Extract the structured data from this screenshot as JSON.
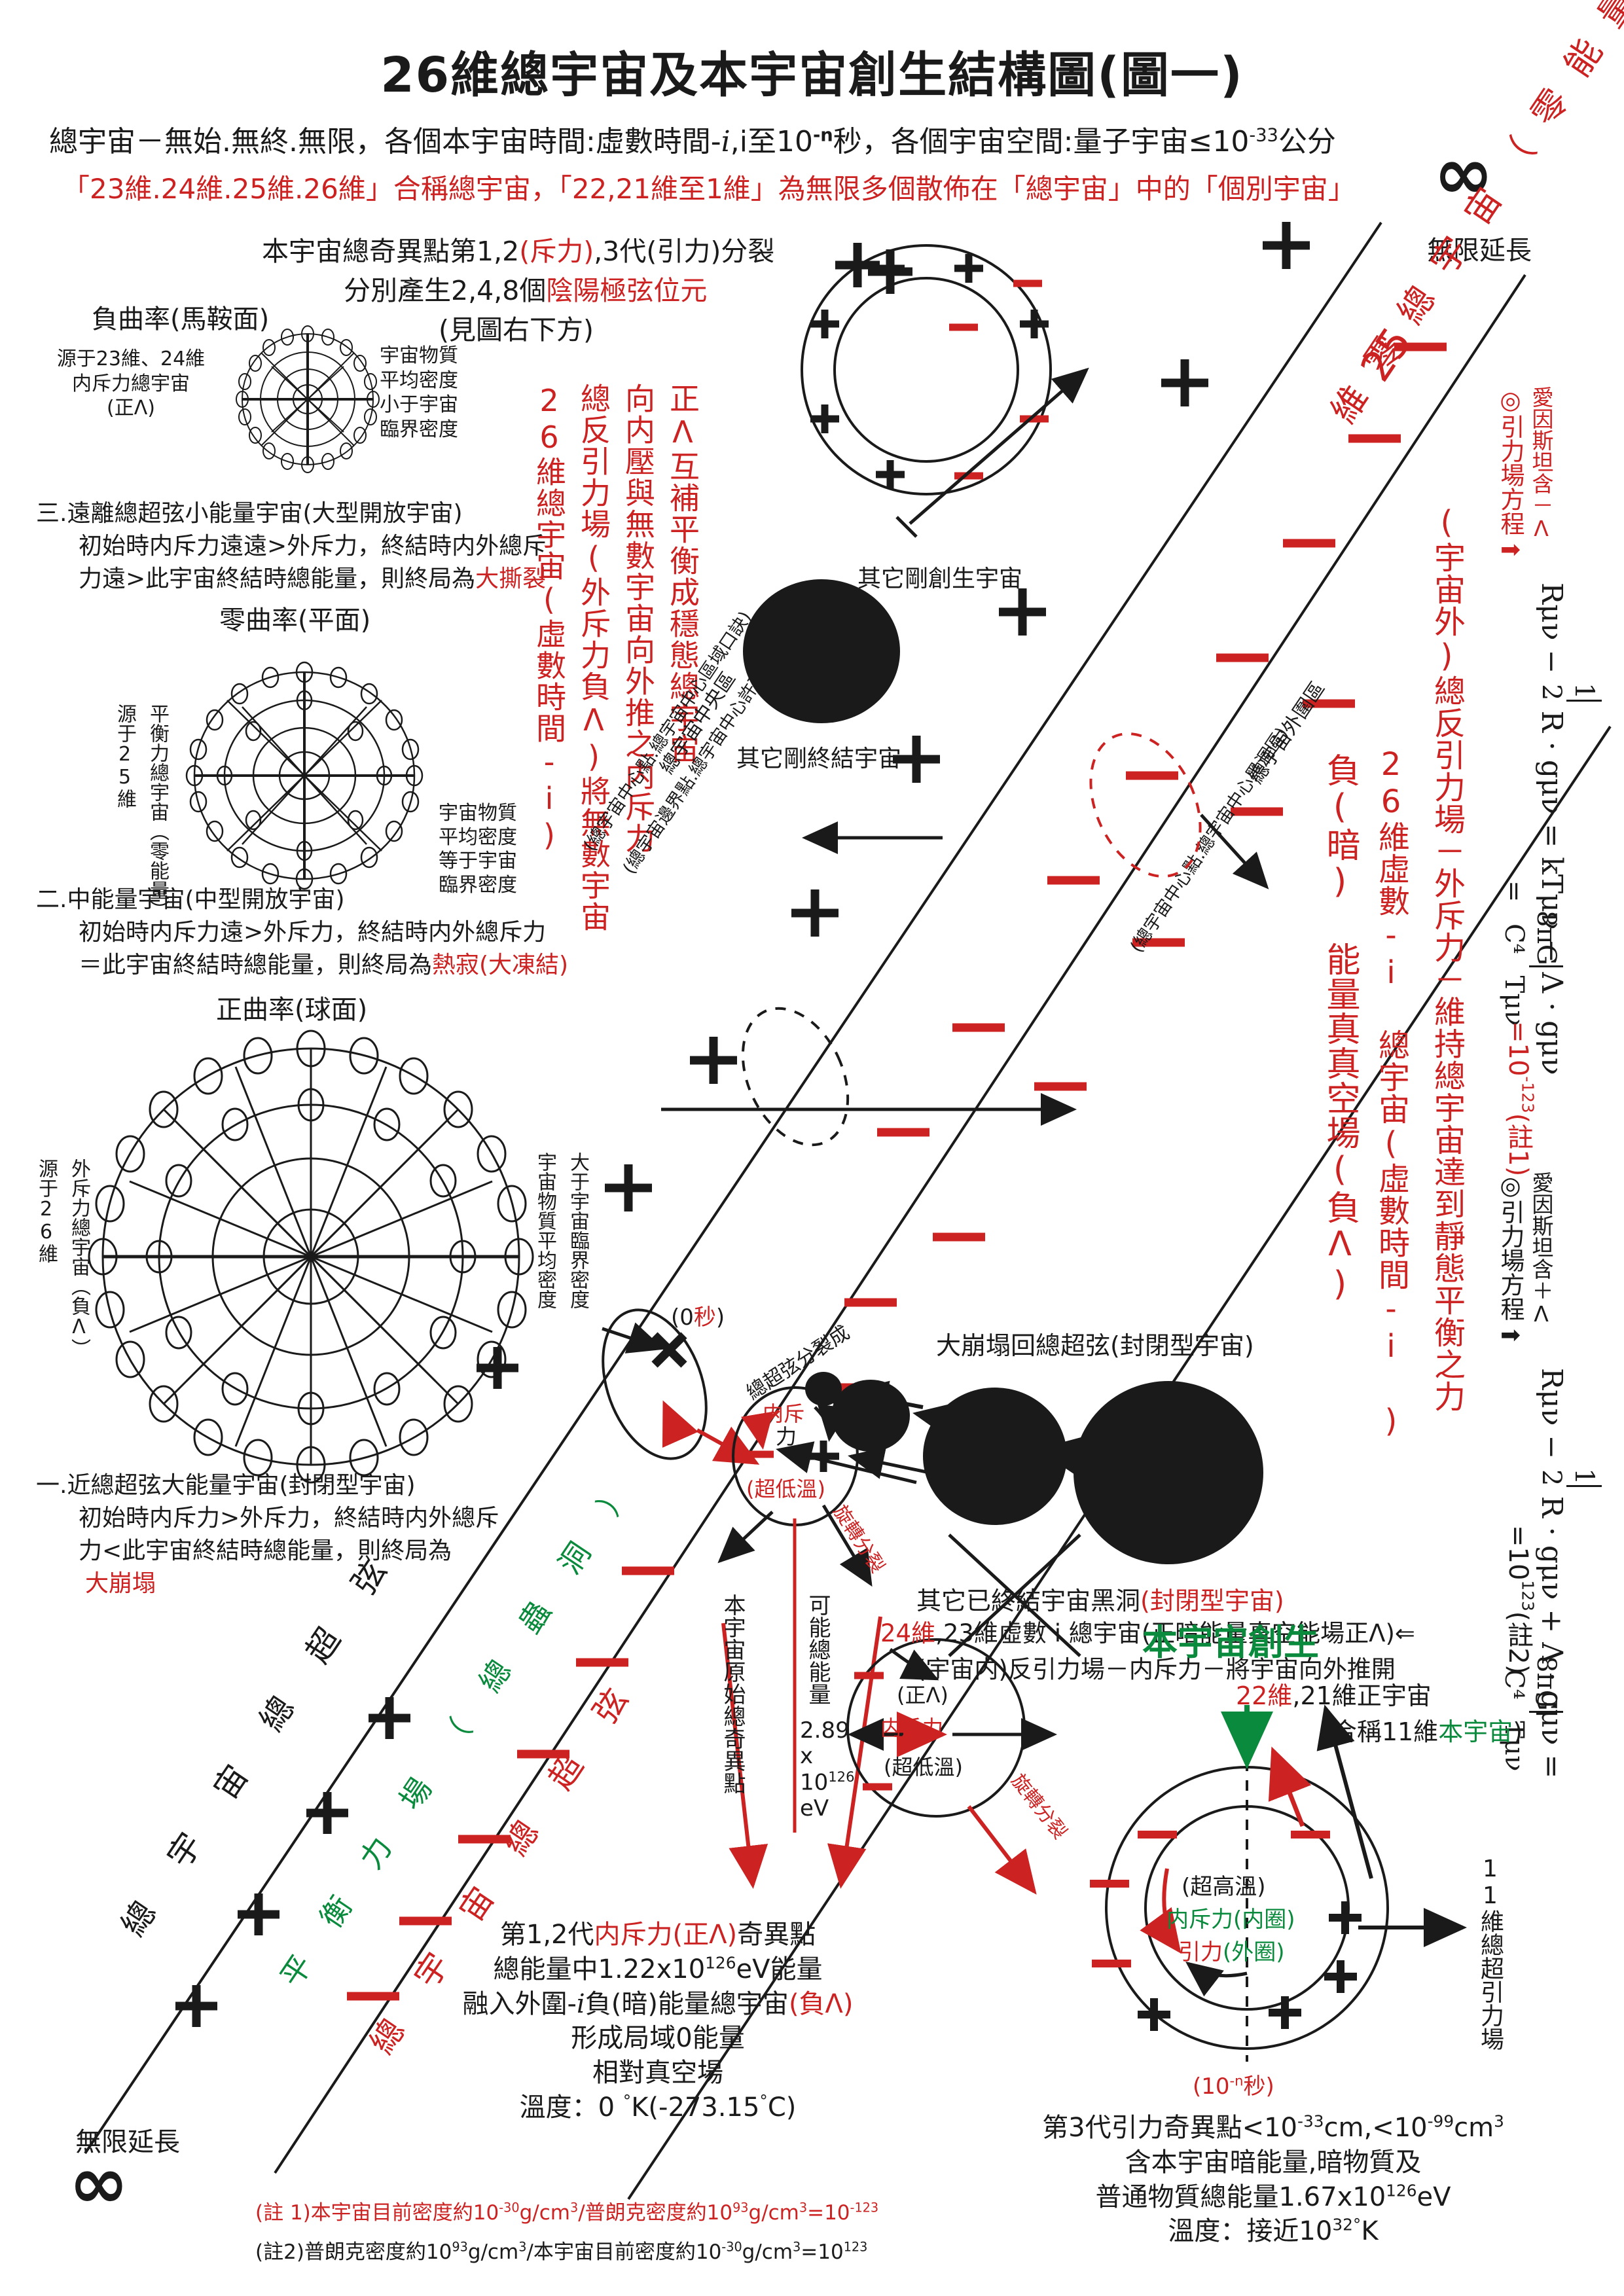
{
  "title": "26維總宇宙及本宇宙創生結構圖(圖一)",
  "header": {
    "line1_a": "總宇宙－無始.無終.無限，各個本宇宙時間:虛數時間-",
    "line1_i": "i",
    "line1_b": ",i至10",
    "line1_exp": "-n",
    "line1_c": "秒，各個宇宙空間:量子宇宙≤10",
    "line1_exp2": "-33",
    "line1_d": "公分",
    "line2": "「23維.24維.25維.26維」合稱總宇宙，「22,21維至1維」為無限多個散佈在「總宇宙」中的「個別宇宙」",
    "infinity_right_label": "無限延長",
    "infinity_symbol": "∞"
  },
  "top_center": {
    "l1_a": "本宇宙總奇異點第1,2",
    "l1_red": "(斥力)",
    "l1_b": ",3代(引力)分裂",
    "l2_a": "分別產生2,4,8個",
    "l2_red": "陰陽極弦位元",
    "l3": "(見圖右下方)"
  },
  "curvature": {
    "neg": {
      "title": "負曲率(馬鞍面)",
      "left": "源于23維、24維\n内斥力總宇宙\n(正Λ)",
      "right": "宇宙物質\n平均密度\n小于宇宙\n臨界密度"
    },
    "zero": {
      "title": "零曲率(平面)",
      "left_1": "源于25維",
      "left_2": "平衡力總宇宙（零能量）",
      "right": "宇宙物質\n平均密度\n等于宇宙\n臨界密度"
    },
    "pos": {
      "title": "正曲率(球面)",
      "left_1": "源于26維",
      "left_2": "外斥力總宇宙（負Λ）",
      "right_1": "大于宇宙臨界密度",
      "right_2": "宇宙物質平均密度"
    }
  },
  "universe_types": [
    {
      "num": "三.",
      "head": "遠離總超弦小能量宇宙(大型開放宇宙)",
      "body1": "初始時内斥力遠遠>外斥力，終結時内外總斥",
      "body2a": "力遠>此宇宙終結時總能量，則終局為",
      "body2_red": "大撕裂"
    },
    {
      "num": "二.",
      "head": "中能量宇宙(中型開放宇宙)",
      "body1": "初始時内斥力遠>外斥力，終結時内外總斥力",
      "body2a": "＝此宇宙終結時總能量，則終局為",
      "body2_red": "熱寂(大凍結)"
    },
    {
      "num": "一.",
      "head": "近總超弦大能量宇宙(封閉型宇宙)",
      "body1": "初始時内斥力>外斥力，終結時内外總斥",
      "body2a": "力<此宇宙終結時總能量，則終局為",
      "body2_red": "大崩塌"
    }
  ],
  "red_vertical_block": [
    "正Λ互補平衡成穩態總宇宙",
    "向内壓與無數宇宙向外推之内斥力",
    "總反引力場(外斥力負Λ)將無數宇宙",
    "26維總宇宙(虛數時間-i)"
  ],
  "mid_labels": {
    "other_new": "其它剛創生宇宙",
    "other_end": "其它剛終結宇宙",
    "center_zone": "總宇宙中央區",
    "inner_zone_1": "(總宇宙中心點.總宇宙中心區域口訣)",
    "inner_zone_2": "(總宇宙邊界點.總宇宙中心許可洞口區)",
    "outer_zone": "總宇宙外圍區",
    "outer_zone_2": "(總宇宙中心點.總宇宙中心黑洞區)",
    "big_crunch": "大崩塌回總超弦(封閉型宇宙)",
    "black_holes_a": "其它已終結宇宙黑洞",
    "black_holes_red": "(封閉型宇宙)"
  },
  "diagonal_red_band": {
    "t25": "25",
    "dim25": "維 零 總 宇 宙 （ 零 能 量 相 對 真 空 場 ）",
    "dim26_a": "26維虛數-i 總宇宙(虛數時間-i )",
    "dim26_b": "負(暗) 能量真真空場(負Λ)",
    "outside": "(宇宙外)總反引力場－外斥力－維持總宇宙達到靜態平衡之力"
  },
  "diagonal_black_band": {
    "line1": "總 宇 宙 總 超 弦",
    "line2": "平 衡 力 場 （ 總 蟲 洞 ）",
    "line3": "總 宇 宙 總 超 弦"
  },
  "equations": {
    "eq1": {
      "label_circle": "◎",
      "label": "引力場方程",
      "sub": "愛因斯坦含－Λ",
      "arrow": "➡",
      "body": "R_{μν} − (1/2) R · g_{μν} = kT_{μν} − Λ · g_{μν}",
      "eq_left": "Rμν −",
      "frac_n": "1",
      "frac_d": "2",
      "eq_mid": "R · gμν = kTμν − Λ · gμν",
      "eq_equals1": "=",
      "eq_frac2_n": "8πG",
      "eq_frac2_d": "C⁴",
      "eq_tail": "Tμν",
      "eq_equals2": "=",
      "eq_val": "10",
      "eq_val_exp": "-123",
      "eq_note": "(註1)"
    },
    "eq2": {
      "label_circle": "◎",
      "label": "引力場方程",
      "sub": "愛因斯坦含＋Λ",
      "arrow": "➡",
      "eq_left": "Rμν −",
      "frac_n": "1",
      "frac_d": "2",
      "eq_mid": "R · gμν + Λ · gμν =",
      "eq_frac2_n": "8πG",
      "eq_frac2_d": "C⁴",
      "eq_tail": "Tμν",
      "eq_val": "10",
      "eq_val_exp": "123",
      "eq_note": "(註2)",
      "eq_equals": "="
    }
  },
  "singularity": {
    "zero_sec_a": "(0",
    "zero_sec_red": "秒",
    "zero_sec_b": ")",
    "superstring_split": "總超弦分裂成",
    "inner_force_red": "内斥",
    "inner_force_blk": "力",
    "ultra_low": "(超低溫)",
    "rot_split": "旋轉分裂",
    "origin_label": "本宇宙原始總奇異點",
    "possible_energy_1": "可能總能量",
    "possible_energy_2": "2.89",
    "possible_energy_3": "x",
    "possible_energy_4": "10",
    "possible_energy_exp": "126",
    "possible_energy_5": "eV",
    "dim24_red": "24維",
    "dim24_rest": ",23維虛數 i 總宇宙(正暗能量真空能場正Λ)⇐",
    "dim24_line2": "(宇宙内)反引力場－内斥力－將宇宙向外推開",
    "plus_lambda": "(正Λ)",
    "inner_force_arrow": "内斥力",
    "ultra_low2": "(超低溫)"
  },
  "creation": {
    "title": "本宇宙創生",
    "dim22_red": "22維",
    "dim22_rest": ",21維正宇宙",
    "combined_a": "(合稱11維",
    "combined_grn": "本宇宙",
    "combined_b": ")",
    "ultra_high": "(超高溫)",
    "inner_grn": "内斥力(内圈)",
    "gravity_red": "引力",
    "gravity_outer": "(外圈)",
    "time_red": "(10",
    "time_exp": "-n",
    "time_red2": "秒)",
    "right_label": "11維總超引力場"
  },
  "bottom_left_text": {
    "l1_a": "第1,2代",
    "l1_red": "内斥力(正Λ)",
    "l1_b": "奇異點",
    "l2_a": "總能量中1.22x10",
    "l2_exp": "126",
    "l2_b": "eV能量",
    "l3_a": "融入外圍-",
    "l3_i": "i",
    "l3_b": "負(暗)能量總宇宙",
    "l3_red": "(負Λ)",
    "l4": "形成局域0能量",
    "l5": "相對真空場",
    "l6_a": "溫度：0 ",
    "l6_deg": "°",
    "l6_b": "K(-273.15",
    "l6_deg2": "°",
    "l6_c": "C)"
  },
  "bottom_right_text": {
    "l1_a": "第3代引力奇異點<10",
    "l1_e1": "-33",
    "l1_b": "cm,<10",
    "l1_e2": "-99",
    "l1_c": "cm",
    "l1_e3": "3",
    "l2": "含本宇宙暗能量,暗物質及",
    "l3_a": "普通物質總能量1.67x10",
    "l3_exp": "126",
    "l3_b": "eV",
    "l4_a": "溫度：接近10",
    "l4_exp": "32",
    "l4_deg": "°",
    "l4_b": "K"
  },
  "notes": {
    "note1_a": "(註 1)",
    "note1_b": "本宇宙目前密度約10",
    "note1_e1": "-30",
    "note1_c": "g/cm",
    "note1_e2": "3",
    "note1_d": "/普朗克密度約10",
    "note1_e3": "93",
    "note1_e": "g/cm",
    "note1_e4": "3",
    "note1_f": "=10",
    "note1_e5": "-123",
    "note2_a": "(註2)",
    "note2_b": "普朗克密度約10",
    "note2_e1": "93",
    "note2_c": "g/cm",
    "note2_e2": "3",
    "note2_d": "/本宇宙目前密度約10",
    "note2_e3": "-30",
    "note2_e": "g/cm",
    "note2_e4": "3",
    "note2_f": "=10",
    "note2_e5": "123"
  },
  "bottom_left_infinity": {
    "label": "無限延長",
    "symbol": "∞"
  },
  "colors": {
    "red": "#cc2222",
    "green": "#0a8a3c",
    "black": "#1a1a1a"
  }
}
